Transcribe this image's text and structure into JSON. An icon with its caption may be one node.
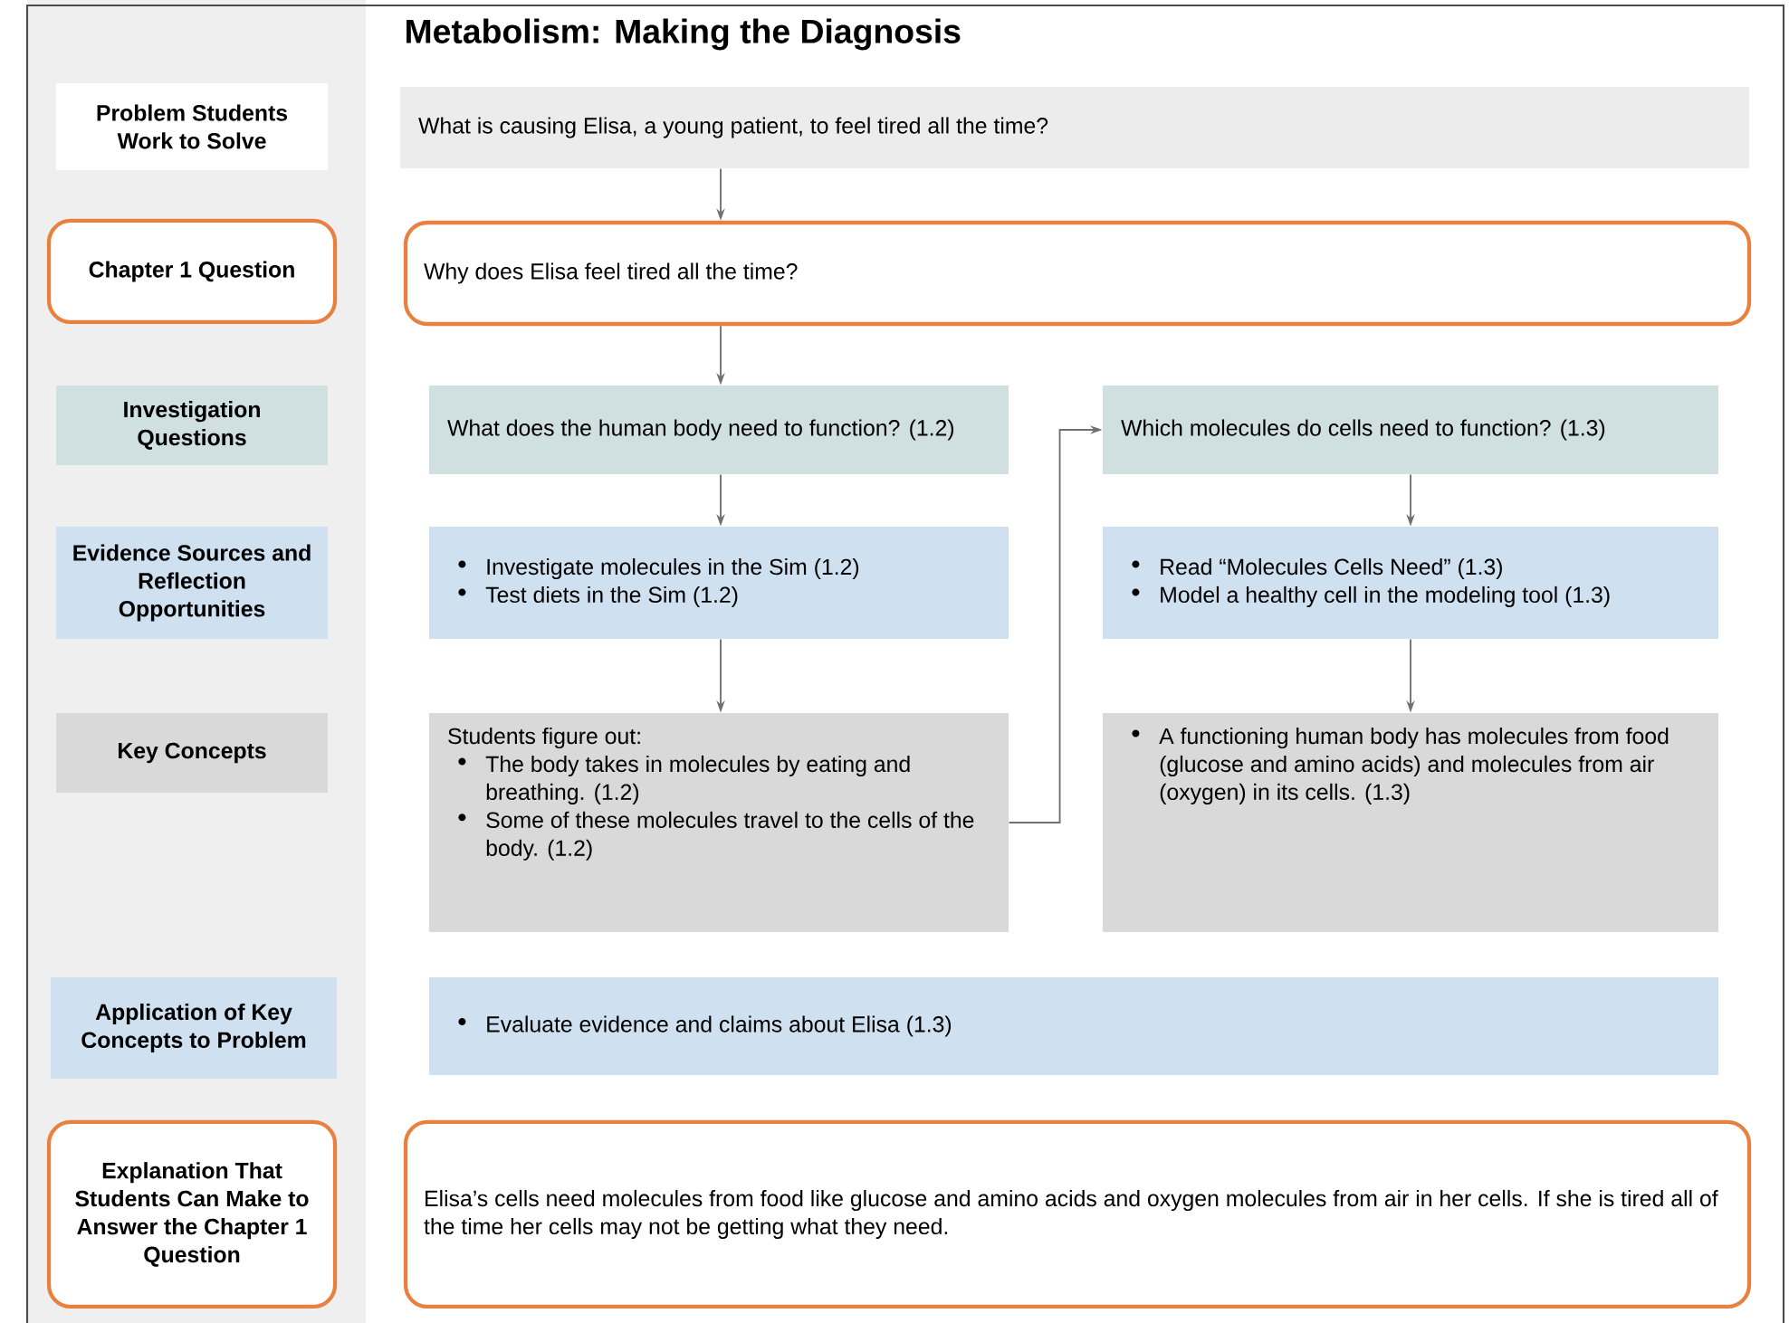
{
  "diagram": {
    "title": "Metabolism: Making the Diagnosis",
    "nodes": [
      {
        "text": [
          "Problem Students Work to Solve"
        ]
      },
      {
        "text": [
          "What is causing Elisa, a young patient, to feel tired all the time?"
        ]
      },
      {
        "text": [
          "Chapter 1 Question"
        ]
      },
      {
        "text": [
          "Why does Elisa feel tired all the time?"
        ]
      },
      {
        "text": [
          "Investigation Questions"
        ]
      },
      {
        "text": [
          "What does the human body need to function? (1.2)"
        ]
      },
      {
        "text": [
          "Which molecules do cells need to function? (1.3)"
        ]
      },
      {
        "text": [
          "Evidence Sources and Reflection Opportunities"
        ]
      },
      {
        "text": [
          "Investigate molecules in the Sim (1.2)",
          "Test diets in the Sim (1.2)"
        ]
      },
      {
        "text": [
          "Read “Molecules Cells Need” (1.3)",
          "Model a healthy cell in the modeling tool (1.3)"
        ]
      },
      {
        "text": [
          "Key Concepts"
        ]
      },
      {
        "text": [
          "Students figure out:",
          "The body takes in molecules by eating and breathing. (1.2)",
          "Some of these molecules travel to the cells of the body. (1.2)"
        ]
      },
      {
        "text": [
          "A functioning human body has molecules from food (glucose and amino acids) and molecules from air (oxygen) in its cells. (1.3)"
        ]
      },
      {
        "text": [
          "Application of Key Concepts to Problem"
        ]
      },
      {
        "text": [
          "Evaluate evidence and claims about Elisa (1.3)"
        ]
      },
      {
        "text": [
          "Explanation That Students Can Make to Answer the Chapter 1 Question"
        ]
      },
      {
        "text": [
          "Elisa’s cells need molecules from food like glucose and amino acids and oxygen molecules from air in her cells. If she is tired all of the time her cells may not be getting what they need."
        ]
      }
    ],
    "edges": [
      {
        "from": 1,
        "to": 3,
        "arrow": "to"
      },
      {
        "from": 3,
        "to": 5,
        "arrow": "to"
      },
      {
        "from": 5,
        "to": 8,
        "arrow": "to"
      },
      {
        "from": 8,
        "to": 11,
        "arrow": "to"
      },
      {
        "from": 11,
        "to": 6,
        "arrow": "to"
      },
      {
        "from": 6,
        "to": 9,
        "arrow": "to"
      },
      {
        "from": 9,
        "to": 12,
        "arrow": "to"
      }
    ]
  }
}
